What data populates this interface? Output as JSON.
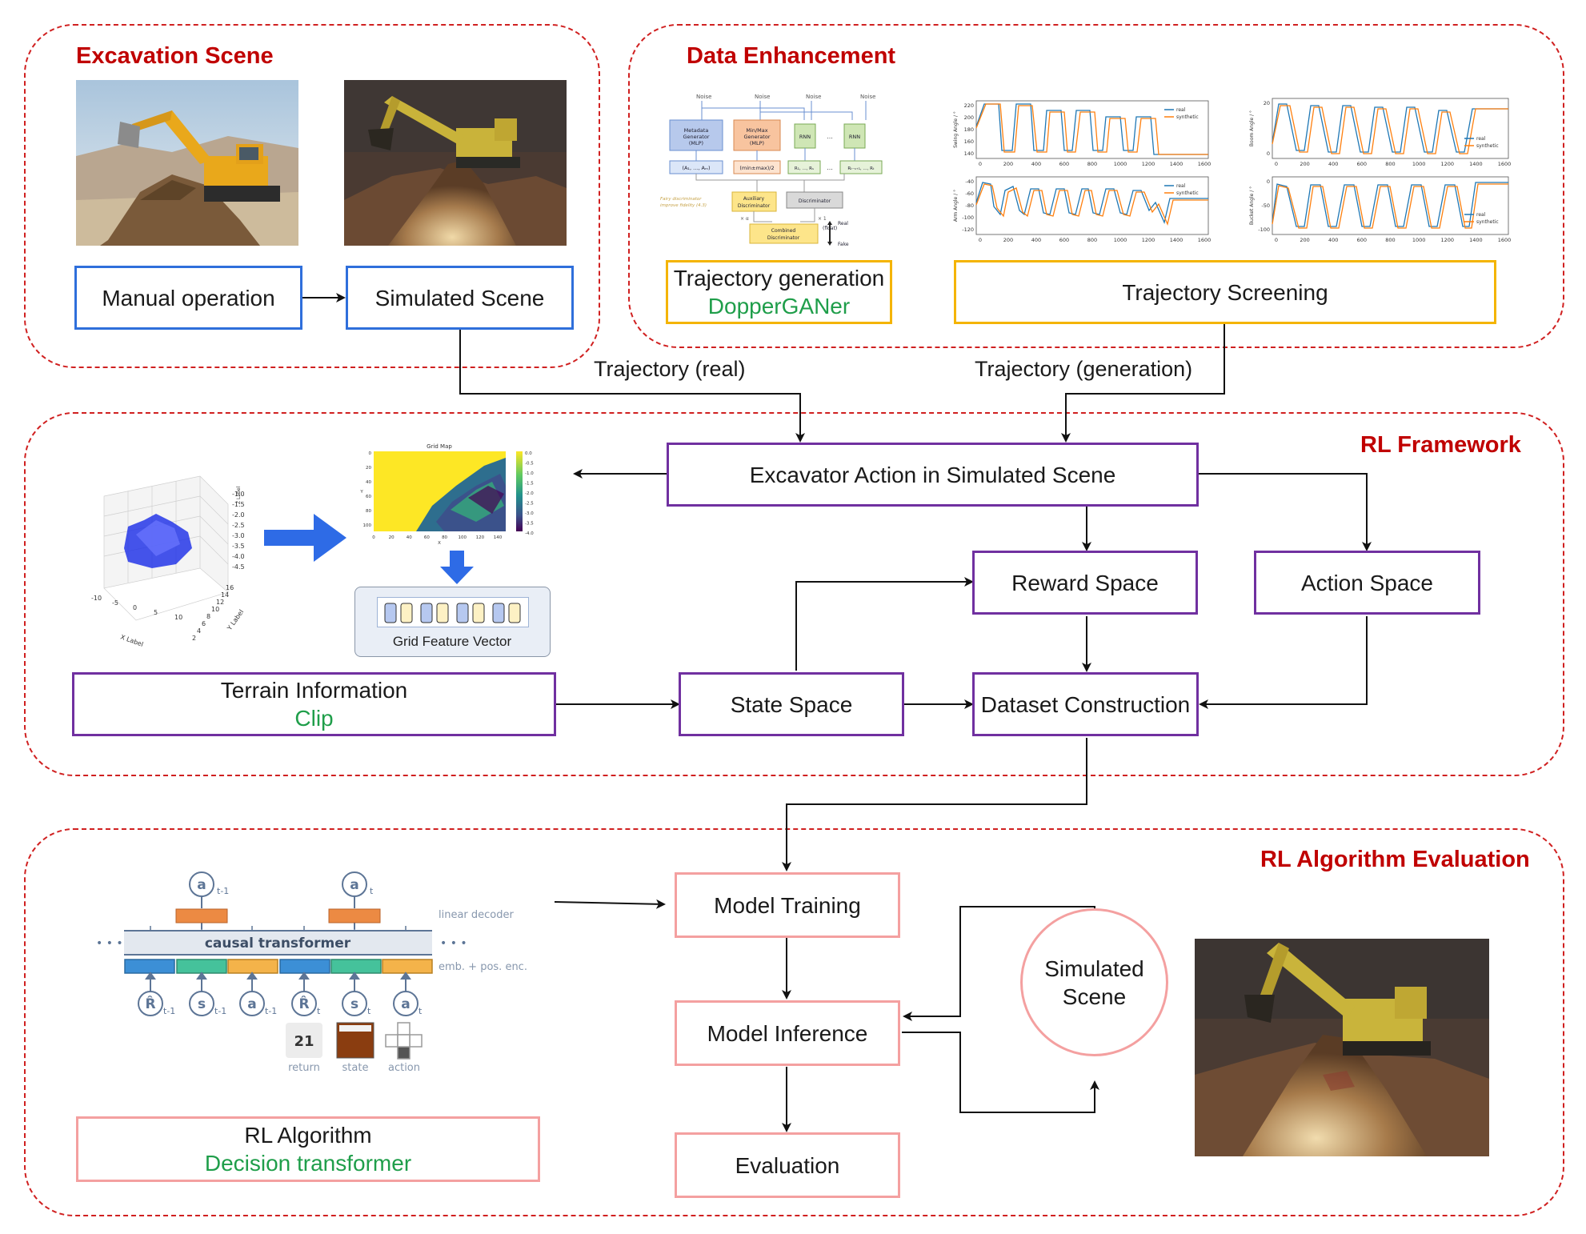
{
  "regions": {
    "excavation_scene": "Excavation Scene",
    "data_enhancement": "Data Enhancement",
    "rl_framework": "RL Framework",
    "rl_eval": "RL Algorithm Evaluation"
  },
  "nodes": {
    "manual_operation": "Manual operation",
    "simulated_scene_top": "Simulated Scene",
    "trajectory_generation": "Trajectory generation",
    "trajectory_generation_sub": "DopperGANer",
    "trajectory_screening": "Trajectory Screening",
    "excavator_action": "Excavator Action in Simulated Scene",
    "reward_space": "Reward Space",
    "action_space": "Action Space",
    "terrain_information": "Terrain Information",
    "terrain_information_sub": "Clip",
    "state_space": "State Space",
    "dataset_construction": "Dataset Construction",
    "model_training": "Model Training",
    "model_inference": "Model Inference",
    "evaluation": "Evaluation",
    "simulated_scene_loop_1": "Simulated",
    "simulated_scene_loop_2": "Scene",
    "rl_algorithm": "RL Algorithm",
    "rl_algorithm_sub": "Decision transformer"
  },
  "edge_labels": {
    "traj_real": "Trajectory (real)",
    "traj_gen": "Trajectory (generation)"
  },
  "grid_feature": {
    "title": "Grid Map",
    "caption": "Grid Feature Vector",
    "colorbar_ticks": [
      "0.0",
      "-0.5",
      "-1.0",
      "-1.5",
      "-2.0",
      "-2.5",
      "-3.0",
      "-3.5",
      "-4.0"
    ],
    "x_ticks": [
      "0",
      "20",
      "40",
      "60",
      "80",
      "100",
      "120",
      "140"
    ],
    "y_ticks": [
      "0",
      "20",
      "40",
      "60",
      "80",
      "100"
    ],
    "x_axis_label": "X",
    "y_axis_label": "Y"
  },
  "terrain3d": {
    "z_ticks": [
      "-1.0",
      "-1.5",
      "-2.0",
      "-2.5",
      "-3.0",
      "-3.5",
      "-4.0",
      "-4.5"
    ],
    "x_ticks": [
      "-10",
      "-5",
      "0",
      "5",
      "10"
    ],
    "y_ticks": [
      "2",
      "4",
      "6",
      "8",
      "10",
      "12",
      "14",
      "16"
    ],
    "x_label": "X Label",
    "y_label": "Y Label",
    "z_label": "Z Label"
  },
  "gan_diagram": {
    "noise": "Noise",
    "metadata_gen_1": "Metadata",
    "metadata_gen_2": "Generator",
    "metadata_gen_3": "(MLP)",
    "minmax_gen_1": "Min/Max",
    "minmax_gen_2": "Generator",
    "minmax_gen_3": "(MLP)",
    "rnn": "RNN",
    "dots": "...",
    "a_block": "(A₁, ..., Aₘ)",
    "minmax_block": "(min±max)/2",
    "r_block_1": "R₁, ..., Rₛ",
    "r_block_2": "Rₜ₋ₛ₊₁, ..., Rₜ",
    "aux_disc_1": "Auxiliary",
    "aux_disc_2": "Discriminator",
    "disc": "Discriminator",
    "comb_disc_1": "Combined",
    "comb_disc_2": "Discriminator",
    "note_1": "Fairy discriminator",
    "note_2": "improve fidelity (4.3)",
    "alpha": "× α",
    "one": "× 1",
    "real": "Real",
    "fake": "Fake",
    "float": "(float)"
  },
  "traj_charts": {
    "legend_real": "real",
    "legend_synthetic": "synthetic",
    "x_ticks": [
      "0",
      "200",
      "400",
      "600",
      "800",
      "1000",
      "1200",
      "1400",
      "1600"
    ],
    "swing_label": "Swing Angle / °",
    "boom_label": "Boom Angle / °",
    "arm_label": "Arm Angle / °",
    "bucket_label": "Bucket Angle / °",
    "swing_ticks": [
      "220",
      "200",
      "180",
      "160",
      "140"
    ],
    "boom_ticks": [
      "20",
      "0"
    ],
    "arm_ticks": [
      "-40",
      "-60",
      "-80",
      "-100",
      "-120"
    ],
    "bucket_ticks": [
      "0",
      "-50",
      "-100"
    ]
  },
  "dt": {
    "causal": "causal transformer",
    "linear_decoder": "linear decoder",
    "emb": "emb. + pos. enc.",
    "a_out_1": "a",
    "a_out_1_sub": "t-1",
    "a_out_2": "a",
    "a_out_2_sub": "t",
    "tok_R1": "R̂",
    "tok_R1_sub": "t-1",
    "tok_s1": "s",
    "tok_s1_sub": "t-1",
    "tok_a1": "a",
    "tok_a1_sub": "t-1",
    "tok_R2": "R̂",
    "tok_R2_sub": "t",
    "tok_s2": "s",
    "tok_s2_sub": "t",
    "tok_a2": "a",
    "tok_a2_sub": "t",
    "return_value": "21",
    "return_label": "return",
    "state_label": "state",
    "action_label": "action",
    "ellipsis": "• • •"
  },
  "colors": {
    "region_border": "#d02020",
    "region_title": "#c00000",
    "blue": "#2f6fdb",
    "yellow": "#f4b400",
    "purple": "#7030a0",
    "pink": "#f4a0a0",
    "green_text": "#1f9e4a"
  }
}
